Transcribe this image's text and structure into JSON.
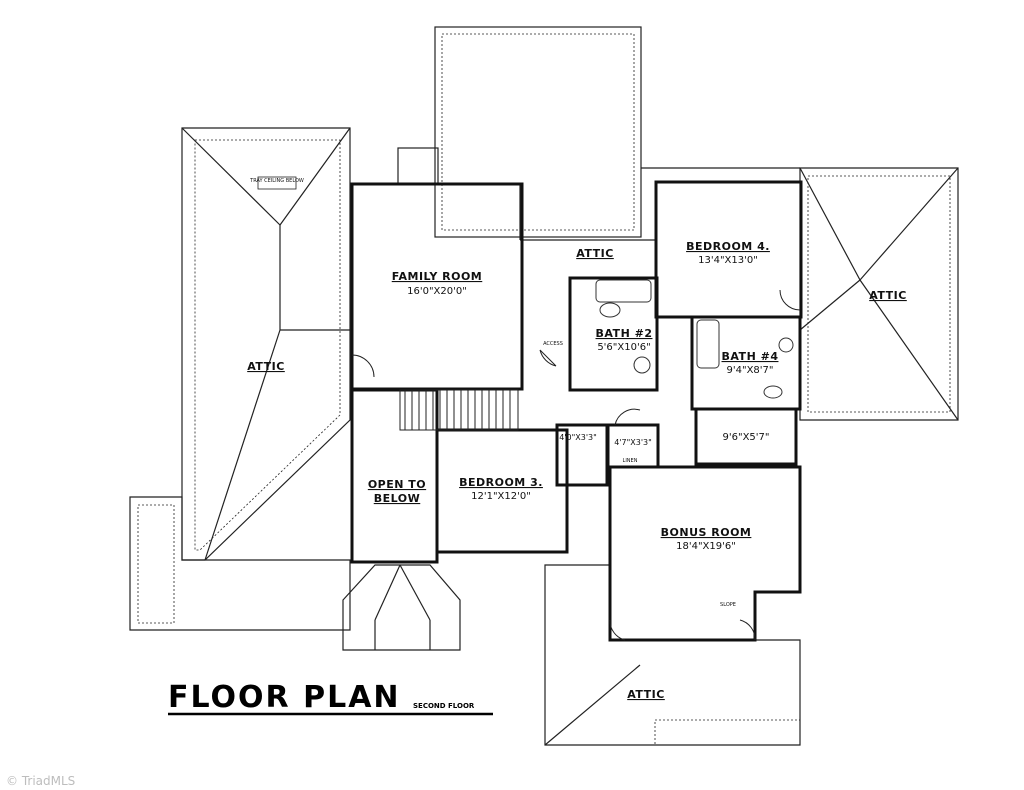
{
  "plan": {
    "title": "FLOOR PLAN",
    "subtitle": "SECOND FLOOR",
    "rooms": {
      "family_room": {
        "name": "FAMILY ROOM",
        "dim": "16'0\"X20'0\""
      },
      "bedroom4": {
        "name": "BEDROOM 4.",
        "dim": "13'4\"X13'0\""
      },
      "bedroom3": {
        "name": "BEDROOM 3.",
        "dim": "12'1\"X12'0\""
      },
      "bonus_room": {
        "name": "BONUS ROOM",
        "dim": "18'4\"X19'6\""
      },
      "bath2": {
        "name": "BATH #2",
        "dim": "5'6\"X10'6\""
      },
      "bath4": {
        "name": "BATH #4",
        "dim": "9'4\"X8'7\""
      },
      "closet_bath4": {
        "dim": "9'6\"X5'7\""
      },
      "closet_small": {
        "dim": "4'0\"X3'3\""
      },
      "linen_closet": {
        "name": "LINEN",
        "dim": "4'7\"X3'3\""
      },
      "open_to_below": {
        "line1": "OPEN TO",
        "line2": "BELOW"
      }
    },
    "attic_labels": [
      "ATTIC",
      "ATTIC",
      "ATTIC",
      "ATTIC"
    ],
    "notes": {
      "tray_ceiling": "TRAY CEILING BELOW",
      "access": "ACCESS",
      "slope": "SLOPE"
    }
  },
  "watermark": "© TriadMLS"
}
